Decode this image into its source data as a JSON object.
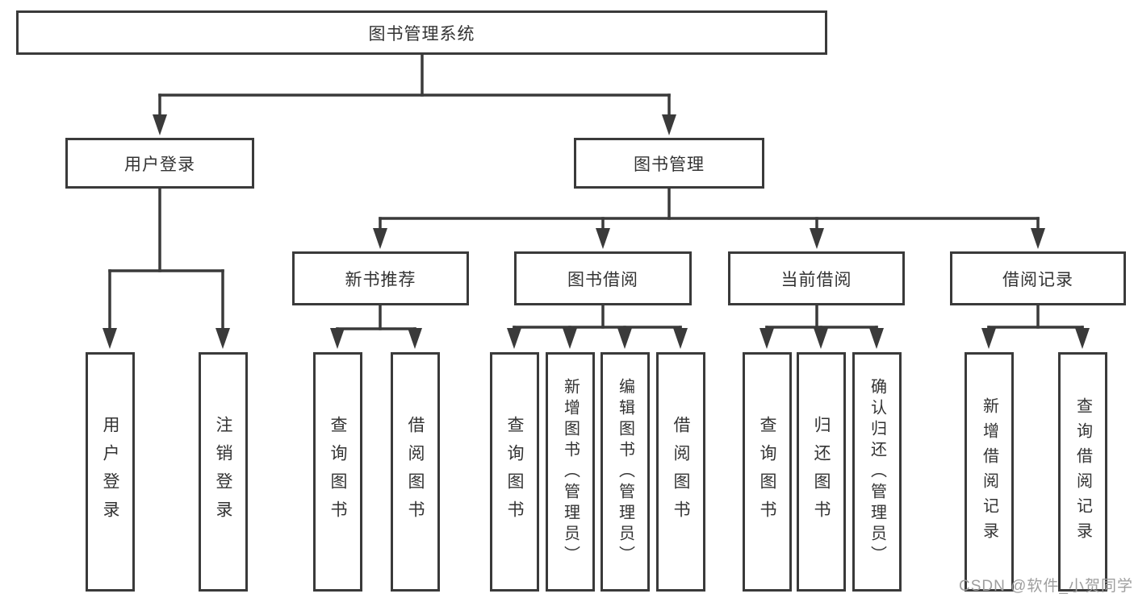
{
  "diagram": {
    "root": "图书管理系统",
    "user_login": "用户登录",
    "book_management": "图书管理",
    "new_book_recommend": "新书推荐",
    "book_borrowing": "图书借阅",
    "current_borrowing": "当前借阅",
    "borrowing_records": "借阅记录",
    "leaves": {
      "user_login_children": [
        "用户登录",
        "注销登录"
      ],
      "new_book_children": [
        "查询图书",
        "借阅图书"
      ],
      "borrow_children": [
        "查询图书",
        "新增图书（管理员）",
        "编辑图书（管理员）",
        "借阅图书"
      ],
      "current_children": [
        "查询图书",
        "归还图书",
        "确认归还（管理员）"
      ],
      "records_children": [
        "新增借阅记录",
        "查询借阅记录"
      ]
    }
  },
  "watermark": "CSDN @软件_小贺同学",
  "colors": {
    "line": "#3a3a3a",
    "text": "#333333",
    "watermark_gray": "#9e9e9e",
    "background": "#ffffff"
  }
}
